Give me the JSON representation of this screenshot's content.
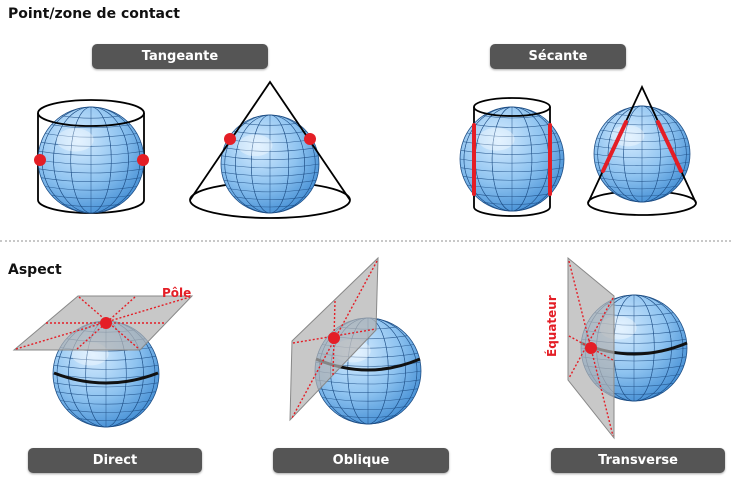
{
  "sections": {
    "contact": {
      "title": "Point/zone de contact"
    },
    "aspect": {
      "title": "Aspect"
    }
  },
  "labels": {
    "tangeante": "Tangeante",
    "secante": "Sécante",
    "direct": "Direct",
    "oblique": "Oblique",
    "transverse": "Transverse",
    "pole": "Pôle",
    "equateur": "Équateur"
  },
  "colors": {
    "globe_light": "#d6ecff",
    "globe_dark": "#3e8ad2",
    "grid": "#1f4f86",
    "contact": "#e41e26",
    "plane": "#b3b3b3",
    "pill": "#555555"
  }
}
